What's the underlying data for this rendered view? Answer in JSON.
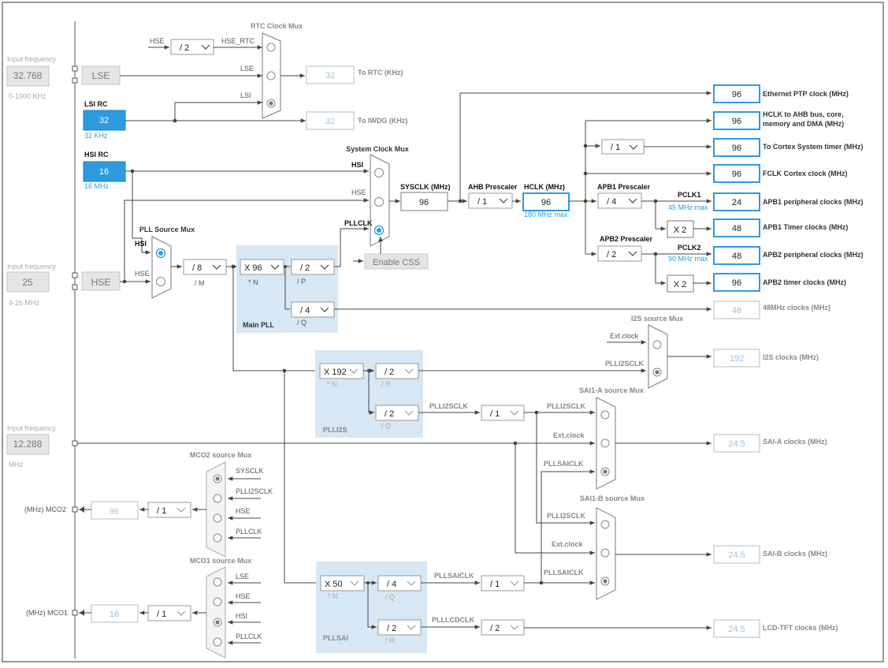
{
  "inputs": {
    "lse_caption": "Input frequency",
    "lse_value": "32.768",
    "lse_range": "0-1000 KHz",
    "lse_label": "LSE",
    "lsi_title": "LSI RC",
    "lsi_value": "32",
    "lsi_unit": "32 KHz",
    "hsi_title": "HSI RC",
    "hsi_value": "16",
    "hsi_unit": "16 MHz",
    "hse_caption": "Input frequency",
    "hse_value": "25",
    "hse_range": "4-26 MHz",
    "hse_label": "HSE",
    "ext_caption": "Input frequency",
    "ext_value": "12.288",
    "ext_unit": "MHz"
  },
  "rtc": {
    "mux_title": "RTC Clock Mux",
    "hse_in": "HSE",
    "div": "/ 2",
    "hse_rtc": "HSE_RTC",
    "lse": "LSE",
    "lsi": "LSI",
    "out_value": "32",
    "out_label": "To RTC (KHz)",
    "iwdg_value": "32",
    "iwdg_label": "To IWDG (KHz)"
  },
  "sysclk": {
    "mux_title": "System Clock Mux",
    "hsi": "HSI",
    "hse": "HSE",
    "pllclk": "PLLCLK",
    "enable_css": "Enable CSS",
    "sysclk_label": "SYSCLK (MHz)",
    "sysclk_value": "96",
    "ahb_label": "AHB Prescaler",
    "ahb_value": "/ 1",
    "hclk_label": "HCLK (MHz)",
    "hclk_value": "96",
    "hclk_max": "180 MHz max"
  },
  "pll": {
    "source_title": "PLL Source Mux",
    "hsi": "HSI",
    "hse": "HSE",
    "m_value": "/ 8",
    "m_label": "/ M",
    "n_value": "X 96",
    "n_label": "* N",
    "p_value": "/ 2",
    "p_label": "/ P",
    "q_value": "/ 4",
    "q_label": "/ Q",
    "title": "Main PLL"
  },
  "outputs": {
    "eth_value": "96",
    "eth_label": "Ethernet PTP clock (MHz)",
    "hclk_value": "96",
    "hclk_label_1": "HCLK to AHB bus, core,",
    "hclk_label_2": "memory and DMA (MHz)",
    "cortex_div": "/ 1",
    "cortex_value": "96",
    "cortex_label": "To Cortex System timer (MHz)",
    "fclk_value": "96",
    "fclk_label": "FCLK Cortex clock (MHz)",
    "apb1_prescaler_label": "APB1 Prescaler",
    "apb1_div": "/ 4",
    "pclk1": "PCLK1",
    "pclk1_max": "45 MHz max",
    "apb1_periph_value": "24",
    "apb1_periph_label": "APB1 peripheral clocks (MHz)",
    "apb1_x2": "X 2",
    "apb1_timer_value": "48",
    "apb1_timer_label": "APB1 Timer clocks (MHz)",
    "apb2_prescaler_label": "APB2 Prescaler",
    "apb2_div": "/ 2",
    "pclk2": "PCLK2",
    "pclk2_max": "90 MHz max",
    "apb2_periph_value": "48",
    "apb2_periph_label": "APB2 peripheral clocks (MHz)",
    "apb2_x2": "X 2",
    "apb2_timer_value": "96",
    "apb2_timer_label": "APB2 timer clocks (MHz)",
    "clk48_value": "48",
    "clk48_label": "48MHz clocks (MHz)"
  },
  "i2s": {
    "mux_title": "I2S source Mux",
    "ext_clock": "Ext.clock",
    "plli2sclk": "PLLI2SCLK",
    "out_value": "192",
    "out_label": "I2S clocks (MHz)",
    "n_value": "X 192",
    "n_label": "* N",
    "r_value": "/ 2",
    "r_label": "/ R",
    "q_value": "/ 2",
    "q_label": "/ Q",
    "title": "PLLI2S",
    "q_out": "PLLI2SCLK",
    "q_div": "/ 1"
  },
  "sai_a": {
    "mux_title": "SAI1-A source Mux",
    "plli2sclk": "PLLI2SCLK",
    "ext_clock": "Ext.clock",
    "pllsaiclk": "PLLSAICLK",
    "out_value": "24.5",
    "out_label": "SAI-A clocks (MHz)"
  },
  "sai_b": {
    "mux_title": "SAI1-B source Mux",
    "plli2sclk": "PLLI2SCLK",
    "ext_clock": "Ext.clock",
    "pllsaiclk": "PLLSAICLK",
    "out_value": "24.5",
    "out_label": "SAI-B clocks (MHz)"
  },
  "pllsai": {
    "n_value": "X 50",
    "n_label": "* N",
    "q_value": "/ 4",
    "q_label": "/ Q",
    "r_value": "/ 2",
    "r_label": "/ R",
    "title": "PLLSAI",
    "q_out": "PLLSAICLK",
    "q_div": "/ 1",
    "r_out": "PLLLCDCLK",
    "r_div": "/ 2",
    "lcd_value": "24.5",
    "lcd_label": "LCD-TFT clocks (MHz)"
  },
  "mco2": {
    "mux_title": "MCO2 source Mux",
    "sysclk": "SYSCLK",
    "plli2sclk": "PLLI2SCLK",
    "hse": "HSE",
    "pllclk": "PLLCLK",
    "div": "/ 1",
    "value": "96",
    "label": "(MHz) MCO2"
  },
  "mco1": {
    "mux_title": "MCO1 source Mux",
    "lse": "LSE",
    "hse": "HSE",
    "hsi": "HSI",
    "pllclk": "PLLCLK",
    "div": "/ 1",
    "value": "16",
    "label": "(MHz) MCO1"
  }
}
